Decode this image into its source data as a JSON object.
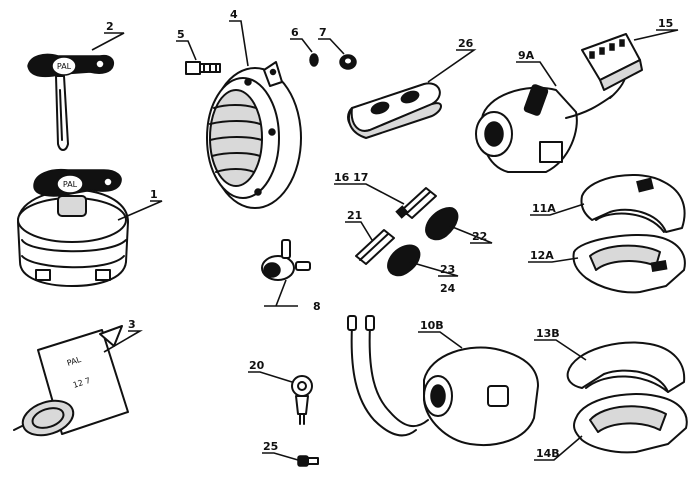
{
  "labels": {
    "l1": "1",
    "l2": "2",
    "l3": "3",
    "l4": "4",
    "l5": "5",
    "l6": "6",
    "l7": "7",
    "l8": "8",
    "l9a": "9A",
    "l10b": "10B",
    "l11a": "11A",
    "l12a": "12A",
    "l13b": "13B",
    "l14b": "14B",
    "l15": "15",
    "l16_17": "16 17",
    "l20": "20",
    "l21": "21",
    "l22": "22",
    "l23": "23",
    "l24": "24",
    "l25": "25",
    "l26": "26"
  },
  "markings": {
    "key_top": "PAL",
    "key_switch": "PAL",
    "capacitor_brand": "PAL",
    "capacitor_code": "12 7"
  }
}
